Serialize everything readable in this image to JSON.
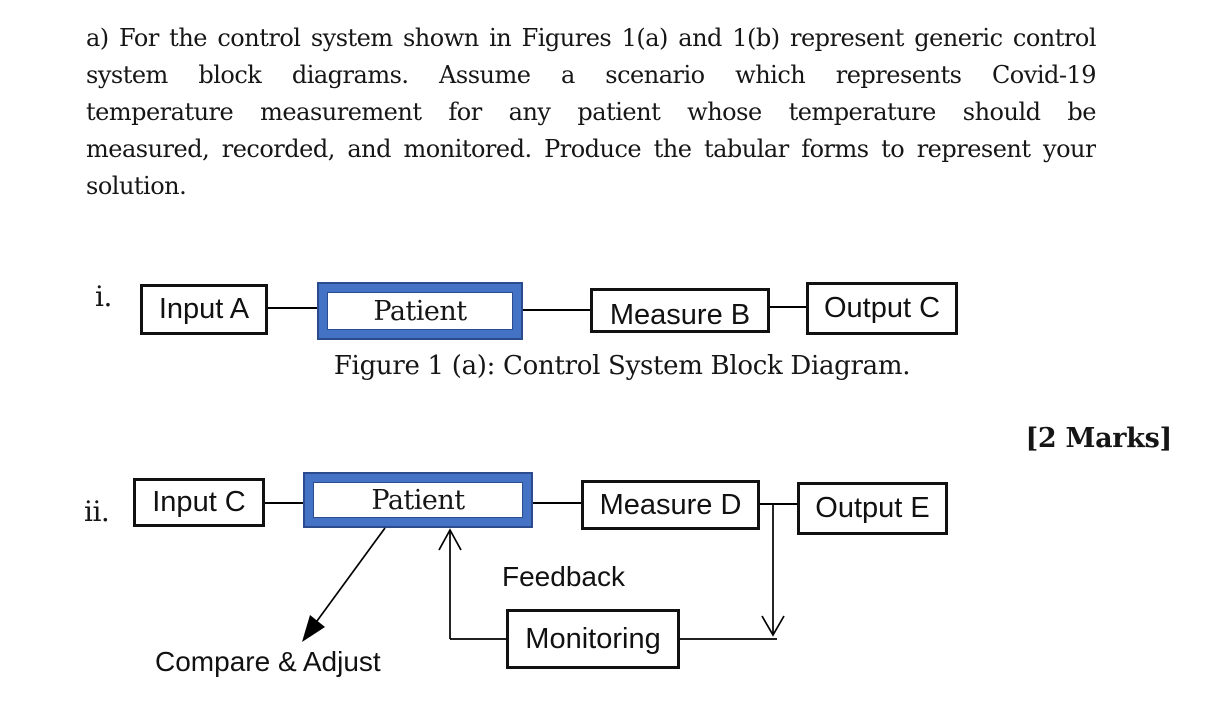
{
  "question": {
    "lines": [
      "a) For the control system shown in Figures 1(a) and 1(b) represent generic control",
      "system block diagrams. Assume a scenario which represents Covid-19",
      "temperature measurement for any patient whose temperature should be",
      "measured, recorded, and monitored. Produce the tabular forms to represent your",
      "solution."
    ],
    "marks_label": "[2 Marks]"
  },
  "figure_a": {
    "item_label": "i.",
    "blocks": {
      "input": "Input A",
      "process": "Patient",
      "measure": "Measure B",
      "output": "Output C"
    },
    "caption": "Figure 1 (a): Control System Block Diagram."
  },
  "figure_b": {
    "item_label": "ii.",
    "blocks": {
      "input": "Input C",
      "process": "Patient",
      "measure": "Measure D",
      "output": "Output E",
      "monitoring": "Monitoring"
    },
    "labels": {
      "feedback": "Feedback",
      "compare_adjust": "Compare & Adjust"
    }
  },
  "colors": {
    "process_fill": "#4472C4",
    "process_outline": "#2A4B8D",
    "line_color": "#000000"
  }
}
